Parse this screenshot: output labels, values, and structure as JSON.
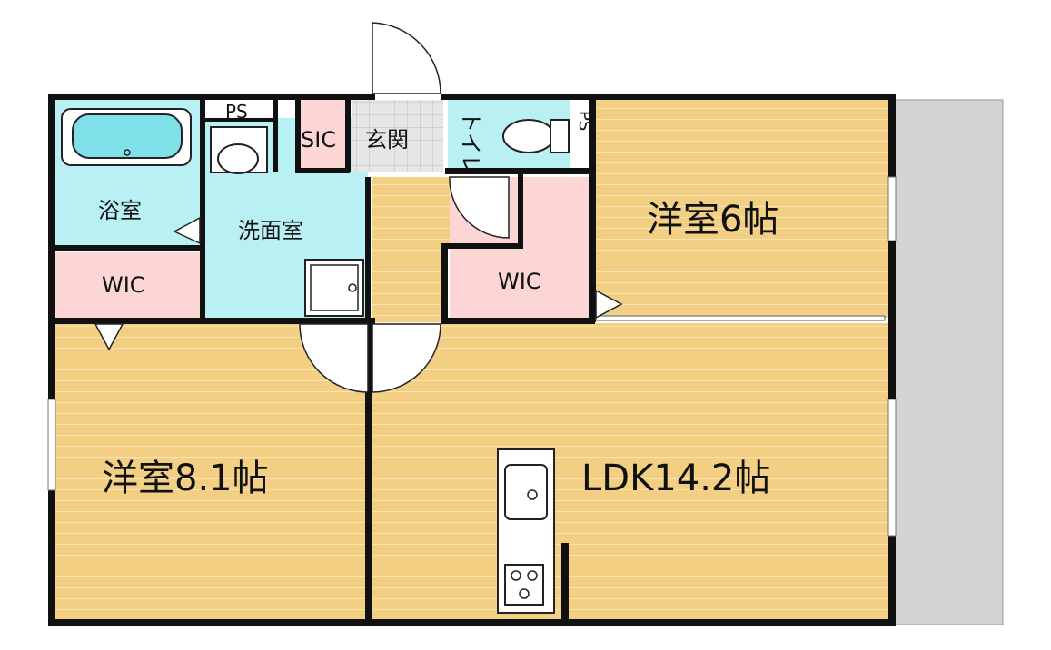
{
  "rooms": {
    "bath": "浴室",
    "ps_top": "PS",
    "wic_left": "WIC",
    "washroom": "洗面室",
    "sic": "SIC",
    "entrance": "玄関",
    "toilet": "トイレ",
    "ps_right": "PS",
    "wic_center": "WIC",
    "western_6": "洋室6帖",
    "western_8": "洋室8.1帖",
    "ldk": "LDK14.2帖"
  },
  "colors": {
    "wood_floor": "#f3cf83",
    "wood_line": "#f8e4b3",
    "wet_area": "#b9f0f4",
    "closet": "#fcd5d5",
    "balcony": "#d3d3d3",
    "wall": "#111111"
  }
}
